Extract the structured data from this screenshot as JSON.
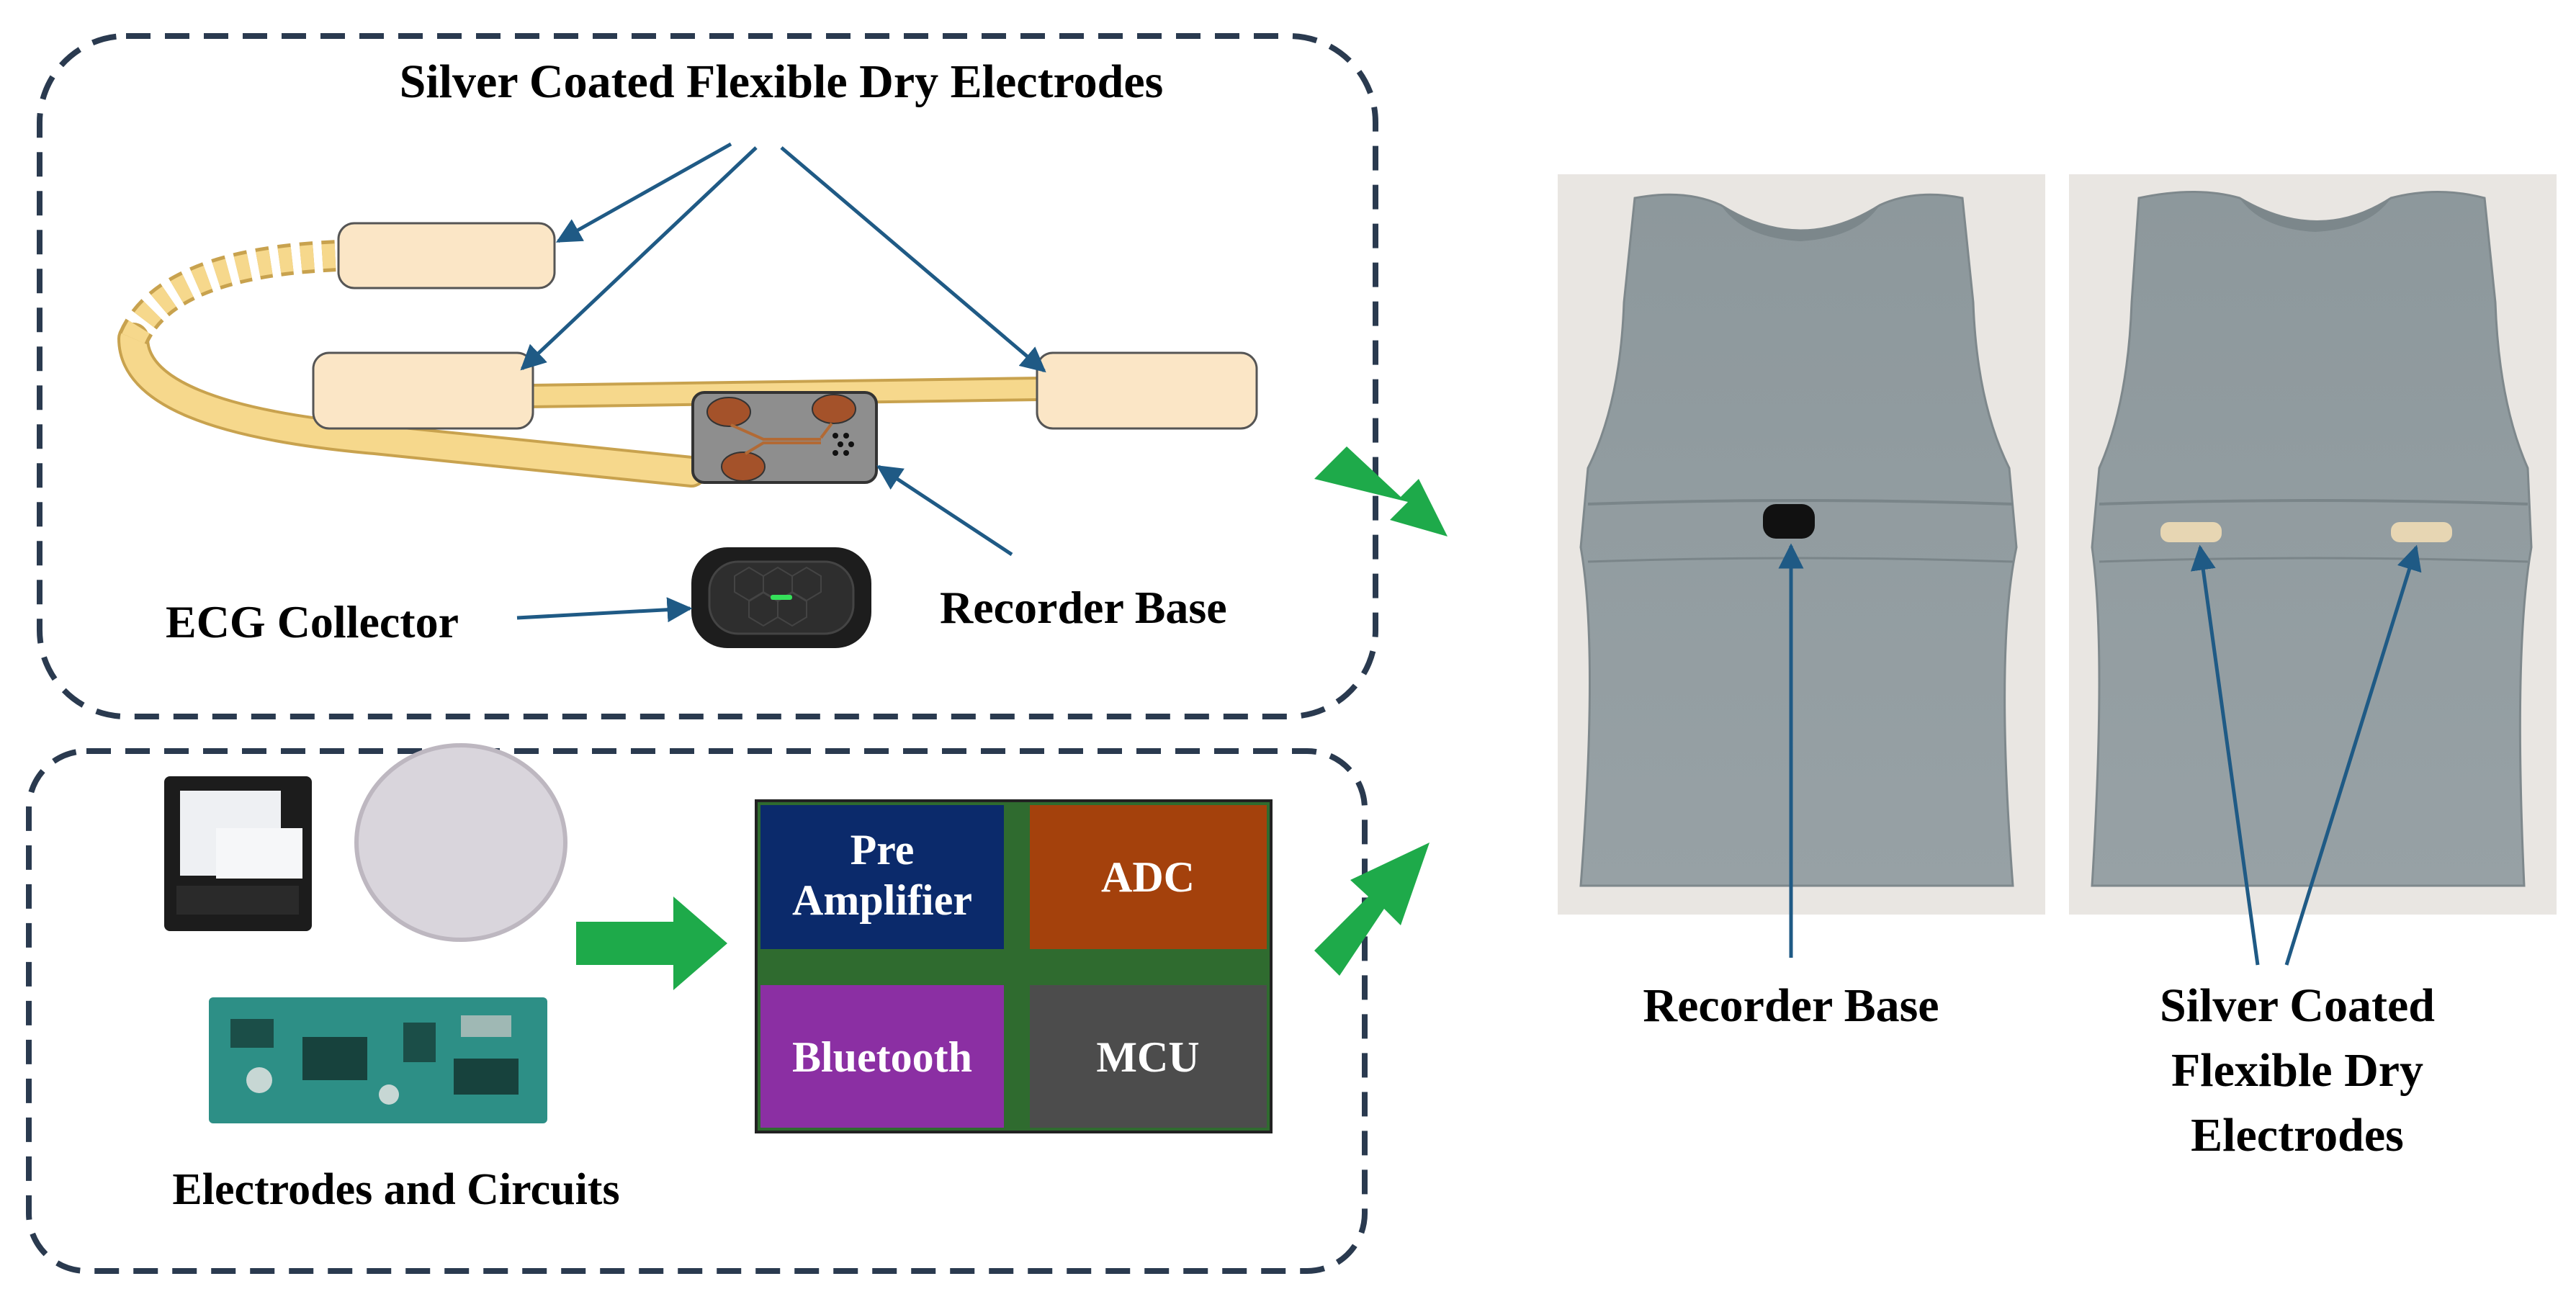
{
  "top_panel": {
    "title": "Silver Coated Flexible Dry Electrodes",
    "ecg_collector_label": "ECG Collector",
    "recorder_base_label": "Recorder Base"
  },
  "bottom_panel": {
    "circuits_label": "Electrodes and Circuits",
    "blocks": {
      "pre_line1": "Pre",
      "pre_line2": "Amplifier",
      "adc": "ADC",
      "bluetooth": "Bluetooth",
      "mcu": "MCU"
    }
  },
  "photos": {
    "front_label": "Recorder Base",
    "back_label_line1": "Silver Coated",
    "back_label_line2": "Flexible Dry",
    "back_label_line3": "Electrodes"
  },
  "colors": {
    "dashed_border": "#2a3a4f",
    "arrow_line": "#1f5a85",
    "big_arrow": "#1eaa4a",
    "electrode_pad": "#fbe6c6",
    "strap": "#f6d88c",
    "pre_amp_block": "#0b2a6b",
    "adc_block": "#a4410c",
    "bluetooth_block": "#8b2fa3",
    "mcu_block": "#4c4c4c",
    "board_green": "#2f6b2f",
    "shirt_gray": "#8f9a9e"
  }
}
